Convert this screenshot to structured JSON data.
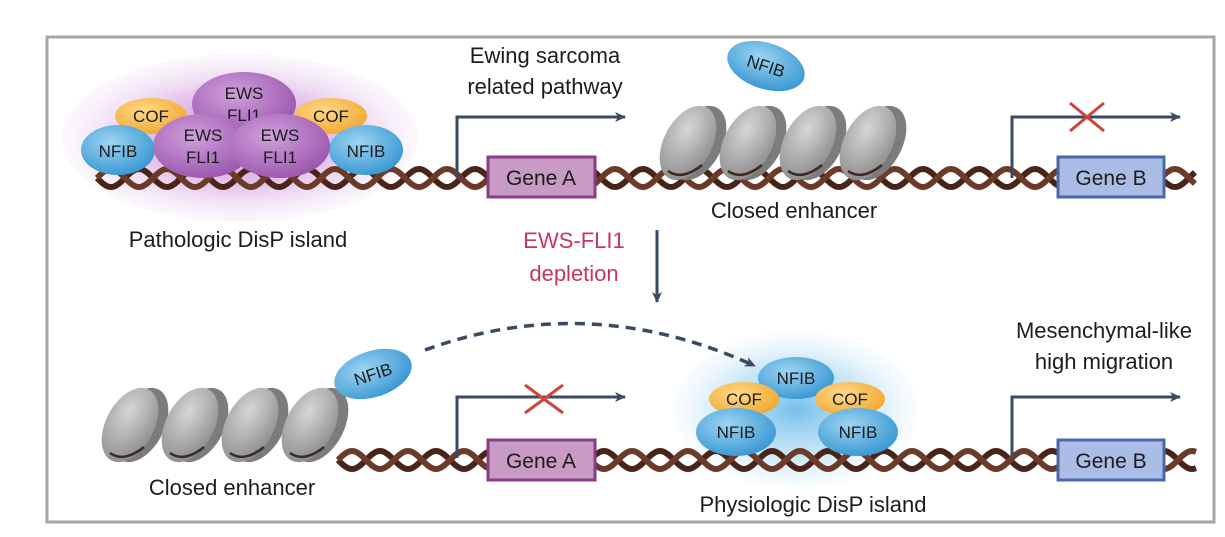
{
  "top_panel": {
    "island_label": "Pathologic DisP island",
    "cof_left": "COF",
    "cof_right": "COF",
    "nfib_left": "NFIB",
    "nfib_right": "NFIB",
    "ews_top": [
      "EWS",
      "FLI1"
    ],
    "ews_left": [
      "EWS",
      "FLI1"
    ],
    "ews_right": [
      "EWS",
      "FLI1"
    ],
    "pathway_label": [
      "Ewing sarcoma",
      "related pathway"
    ],
    "free_nfib": "NFIB",
    "gene_a": "Gene A",
    "closed_enhancer": "Closed enhancer",
    "gene_b": "Gene B"
  },
  "transition": {
    "label": [
      "EWS-FLI1",
      "depletion"
    ]
  },
  "bottom_panel": {
    "free_nfib": "NFIB",
    "closed_enhancer": "Closed enhancer",
    "gene_a": "Gene A",
    "island_label": "Physiologic DisP island",
    "nfib_top": "NFIB",
    "cof_left": "COF",
    "cof_right": "COF",
    "nfib_left": "NFIB",
    "nfib_right": "NFIB",
    "outcome_label": [
      "Mesenchymal-like",
      "high migration"
    ],
    "gene_b": "Gene B"
  },
  "colors": {
    "frame": "#a6a6a6",
    "dna_strand": "#4a2418",
    "gene_box_a_fill": "#c89ac4",
    "gene_box_a_stroke": "#8a3d86",
    "gene_box_b_fill": "#a9bde6",
    "gene_box_b_stroke": "#4a67ad",
    "arrow": "#3b4a63",
    "block_x": "#c8463a",
    "depletion_text": "#c8375a",
    "nfib": "#4aa8dc",
    "cof": "#f5b84a",
    "ews_fli1": "#a05ab0",
    "pathologic_glow": "#c98fd6",
    "physiologic_glow": "#8ec9ec",
    "nucleosome": "#8c8c8c"
  }
}
